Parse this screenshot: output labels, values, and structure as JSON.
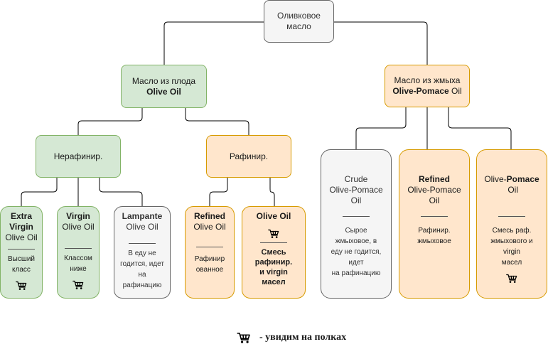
{
  "root": {
    "label": "Оливковое масло"
  },
  "fruit": {
    "line1": "Масло из плода",
    "line2": "Olive Oil"
  },
  "pomace": {
    "line1": "Масло из жмыха",
    "line2_bold": "Olive-Pomace",
    "line2_rest": " Oil"
  },
  "unrefined": {
    "label": "Нерафинир."
  },
  "refined_group": {
    "label": "Рафинир."
  },
  "extra_virgin": {
    "title1": "Extra",
    "title2": "Virgin",
    "title3": "Olive Oil",
    "desc1": "Высший",
    "desc2": "класс",
    "on_shelves": true
  },
  "virgin": {
    "title1": "Virgin",
    "title2": "Olive Oil",
    "desc1": "Классом",
    "desc2": "ниже",
    "on_shelves": true
  },
  "lampante": {
    "title1": "Lampante",
    "title2": "Olive Oil",
    "desc1": "В еду не",
    "desc2": "годится, идет на",
    "desc3": "рафинацию",
    "on_shelves": false
  },
  "refined_oo": {
    "title1": "Refined",
    "title2": "Olive Oil",
    "desc1": "Рафинир",
    "desc2": "ованное",
    "on_shelves": false
  },
  "olive_oil_blend": {
    "title1": "Olive Oil",
    "desc1": "Смесь",
    "desc2": "рафинир.",
    "desc3": "и virgin",
    "desc4": "масел",
    "on_shelves": true
  },
  "crude_pomace": {
    "title1": "Crude",
    "title2": "Olive-Pomace Oil",
    "desc1": "Сырое жмыховое, в",
    "desc2": "еду не годится, идет",
    "desc3": "на рафинацию",
    "on_shelves": false
  },
  "refined_pomace": {
    "title1": "Refined",
    "title2": "Olive-Pomace Oil",
    "desc1": "Рафинир.",
    "desc2": "жмыховое",
    "on_shelves": false
  },
  "pomace_blend": {
    "title_rest1": "Olive-",
    "title_bold": "Pomace",
    "title_rest2": " Oil",
    "desc1": "Смесь раф.",
    "desc2": "жмыхового и virgin",
    "desc3": "масел",
    "on_shelves": true
  },
  "legend": {
    "icon": "shopping-cart-icon",
    "text": "- увидим на полках"
  },
  "colors": {
    "gray_fill": "#f5f5f5",
    "gray_stroke": "#666666",
    "green_fill": "#d5e8d4",
    "green_stroke": "#82b366",
    "orange_fill": "#ffe6cc",
    "orange_stroke": "#d79b00"
  }
}
